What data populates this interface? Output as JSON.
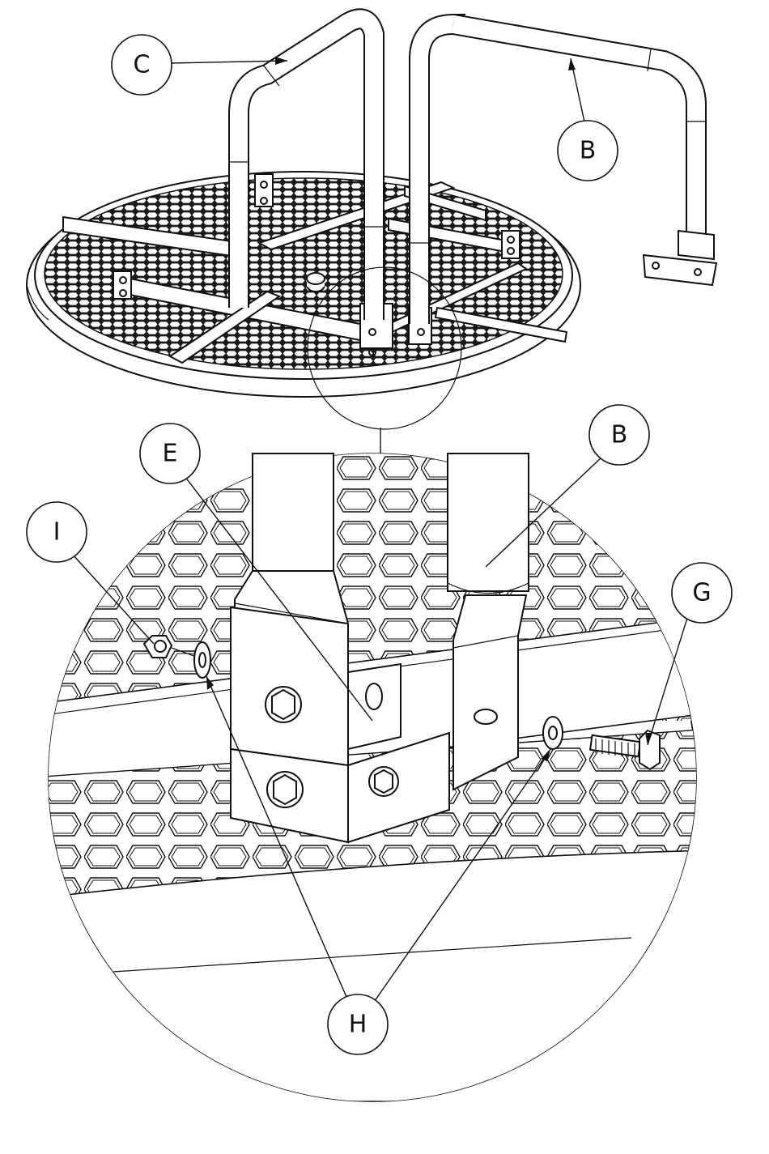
{
  "callouts": {
    "C": "C",
    "B_top": "B",
    "E": "E",
    "B_detail": "B",
    "I": "I",
    "G": "G",
    "H": "H"
  },
  "colors": {
    "ink": "#111111",
    "paper": "#ffffff",
    "mesh": "#1a1a1a"
  }
}
